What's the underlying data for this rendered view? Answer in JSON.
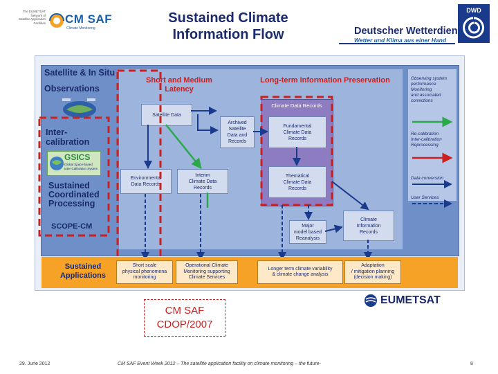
{
  "header": {
    "org_text": [
      "The EUMETSAT",
      "Network of",
      "Satellite Application",
      "Facilities"
    ],
    "cmsaf_logo_word": "CM SAF",
    "cmsaf_logo_sub": "Climate Monitoring",
    "title_line1": "Sustained Climate",
    "title_line2": "Information Flow",
    "dwd_name": "Deutscher Wetterdienst",
    "dwd_tagline": "Wetter und Klima aus einer Hand",
    "dwd_logo_text": "DWD"
  },
  "diagram": {
    "sat_obs_1": "Satellite & In Situ",
    "sat_obs_2": "Observations",
    "intercal_1": "Inter-",
    "intercal_2": "calibration",
    "gsics_word": "GSICS",
    "gsics_sub1": "Global Space-based",
    "gsics_sub2": "Inter-Calibration System",
    "sustained_1": "Sustained",
    "sustained_2": "Coordinated",
    "sustained_3": "Processing",
    "scope": "SCOPE-CM",
    "short_medium_1": "Short and Medium",
    "short_medium_2": "Latency",
    "long_term": "Long-term Information Preservation",
    "satellite_data": "Satellite Data",
    "archived": [
      "Archived",
      "Satellite",
      "Data and",
      "Records"
    ],
    "cdr_header": "Climate Data Records",
    "fundamental": [
      "Fundamental",
      "Climate Data",
      "Records"
    ],
    "thematic": [
      "Thematical",
      "Climate Data",
      "Records"
    ],
    "environmental": [
      "Environmental",
      "Data Records"
    ],
    "interim": [
      "Interim",
      "Climate Data",
      "Records"
    ],
    "major_model": [
      "Major",
      "model based",
      "Reanalysis"
    ],
    "climate_info": [
      "Climate",
      "Information",
      "Records"
    ],
    "sustained_apps_1": "Sustained",
    "sustained_apps_2": "Applications",
    "app_short_scale": [
      "Short scale",
      "physical phenomena",
      "monitoring"
    ],
    "app_operational": [
      "Operational Climate",
      "Monitoring supporting",
      "Climate Services"
    ],
    "app_longer_term": [
      "Longer term climate variability",
      "& climate change analysis"
    ],
    "app_adaptation": [
      "Adaptation",
      "/ mitigation planning",
      "(decision making)"
    ]
  },
  "legend": {
    "obs_perf": [
      "Observing system",
      "performance",
      "Monitoring",
      "and associated",
      "corrections"
    ],
    "recal": [
      "Re-calibration",
      "Inter-calibration",
      "Reprocessing"
    ],
    "data_conversion": "Data conversion",
    "user_services": "User Services"
  },
  "cdop": {
    "line1": "CM SAF",
    "line2": "CDOP/2007"
  },
  "eumetsat": "EUMETSAT",
  "footer": {
    "date": "29. June 2012",
    "event": "CM SAF Event Week 2012 – The satellite application facility on climate monitoring – the future-",
    "page": "8"
  },
  "colors": {
    "title": "#1a2a6c",
    "accent_red": "#cc2020",
    "panel_blue": "#6e8fc7",
    "purple": "#8e7cc3",
    "orange": "#f5a227",
    "arrow_green": "#2aa84a",
    "arrow_red": "#cc2020",
    "arrow_blue": "#1a3a8c"
  }
}
